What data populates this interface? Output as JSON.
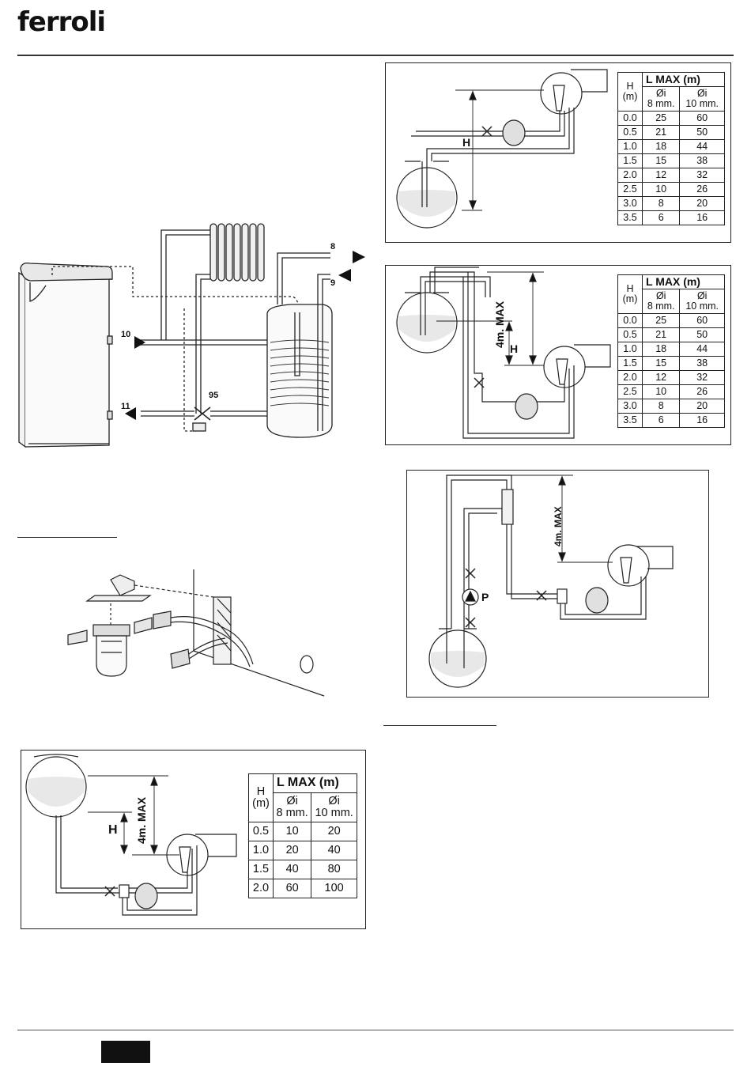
{
  "brand": "ferroli",
  "hydraulic_diagram": {
    "labels": [
      "8",
      "9",
      "10",
      "11",
      "95"
    ]
  },
  "diagram_labels": {
    "H": "H",
    "max_height": "4m. MAX",
    "pump": "P"
  },
  "table_header": {
    "h": "H",
    "h_unit": "(m)",
    "lmax": "L MAX (m)",
    "col1_a": "Øi",
    "col1_b": "8 mm.",
    "col2_a": "Øi",
    "col2_b": "10 mm."
  },
  "table_suction": {
    "rows": [
      {
        "h": "0.0",
        "d8": "25",
        "d10": "60"
      },
      {
        "h": "0.5",
        "d8": "21",
        "d10": "50"
      },
      {
        "h": "1.0",
        "d8": "18",
        "d10": "44"
      },
      {
        "h": "1.5",
        "d8": "15",
        "d10": "38"
      },
      {
        "h": "2.0",
        "d8": "12",
        "d10": "32"
      },
      {
        "h": "2.5",
        "d8": "10",
        "d10": "26"
      },
      {
        "h": "3.0",
        "d8": "8",
        "d10": "20"
      },
      {
        "h": "3.5",
        "d8": "6",
        "d10": "16"
      }
    ]
  },
  "table_gravity": {
    "rows": [
      {
        "h": "0.5",
        "d8": "10",
        "d10": "20"
      },
      {
        "h": "1.0",
        "d8": "20",
        "d10": "40"
      },
      {
        "h": "1.5",
        "d8": "40",
        "d10": "80"
      },
      {
        "h": "2.0",
        "d8": "60",
        "d10": "100"
      }
    ]
  }
}
